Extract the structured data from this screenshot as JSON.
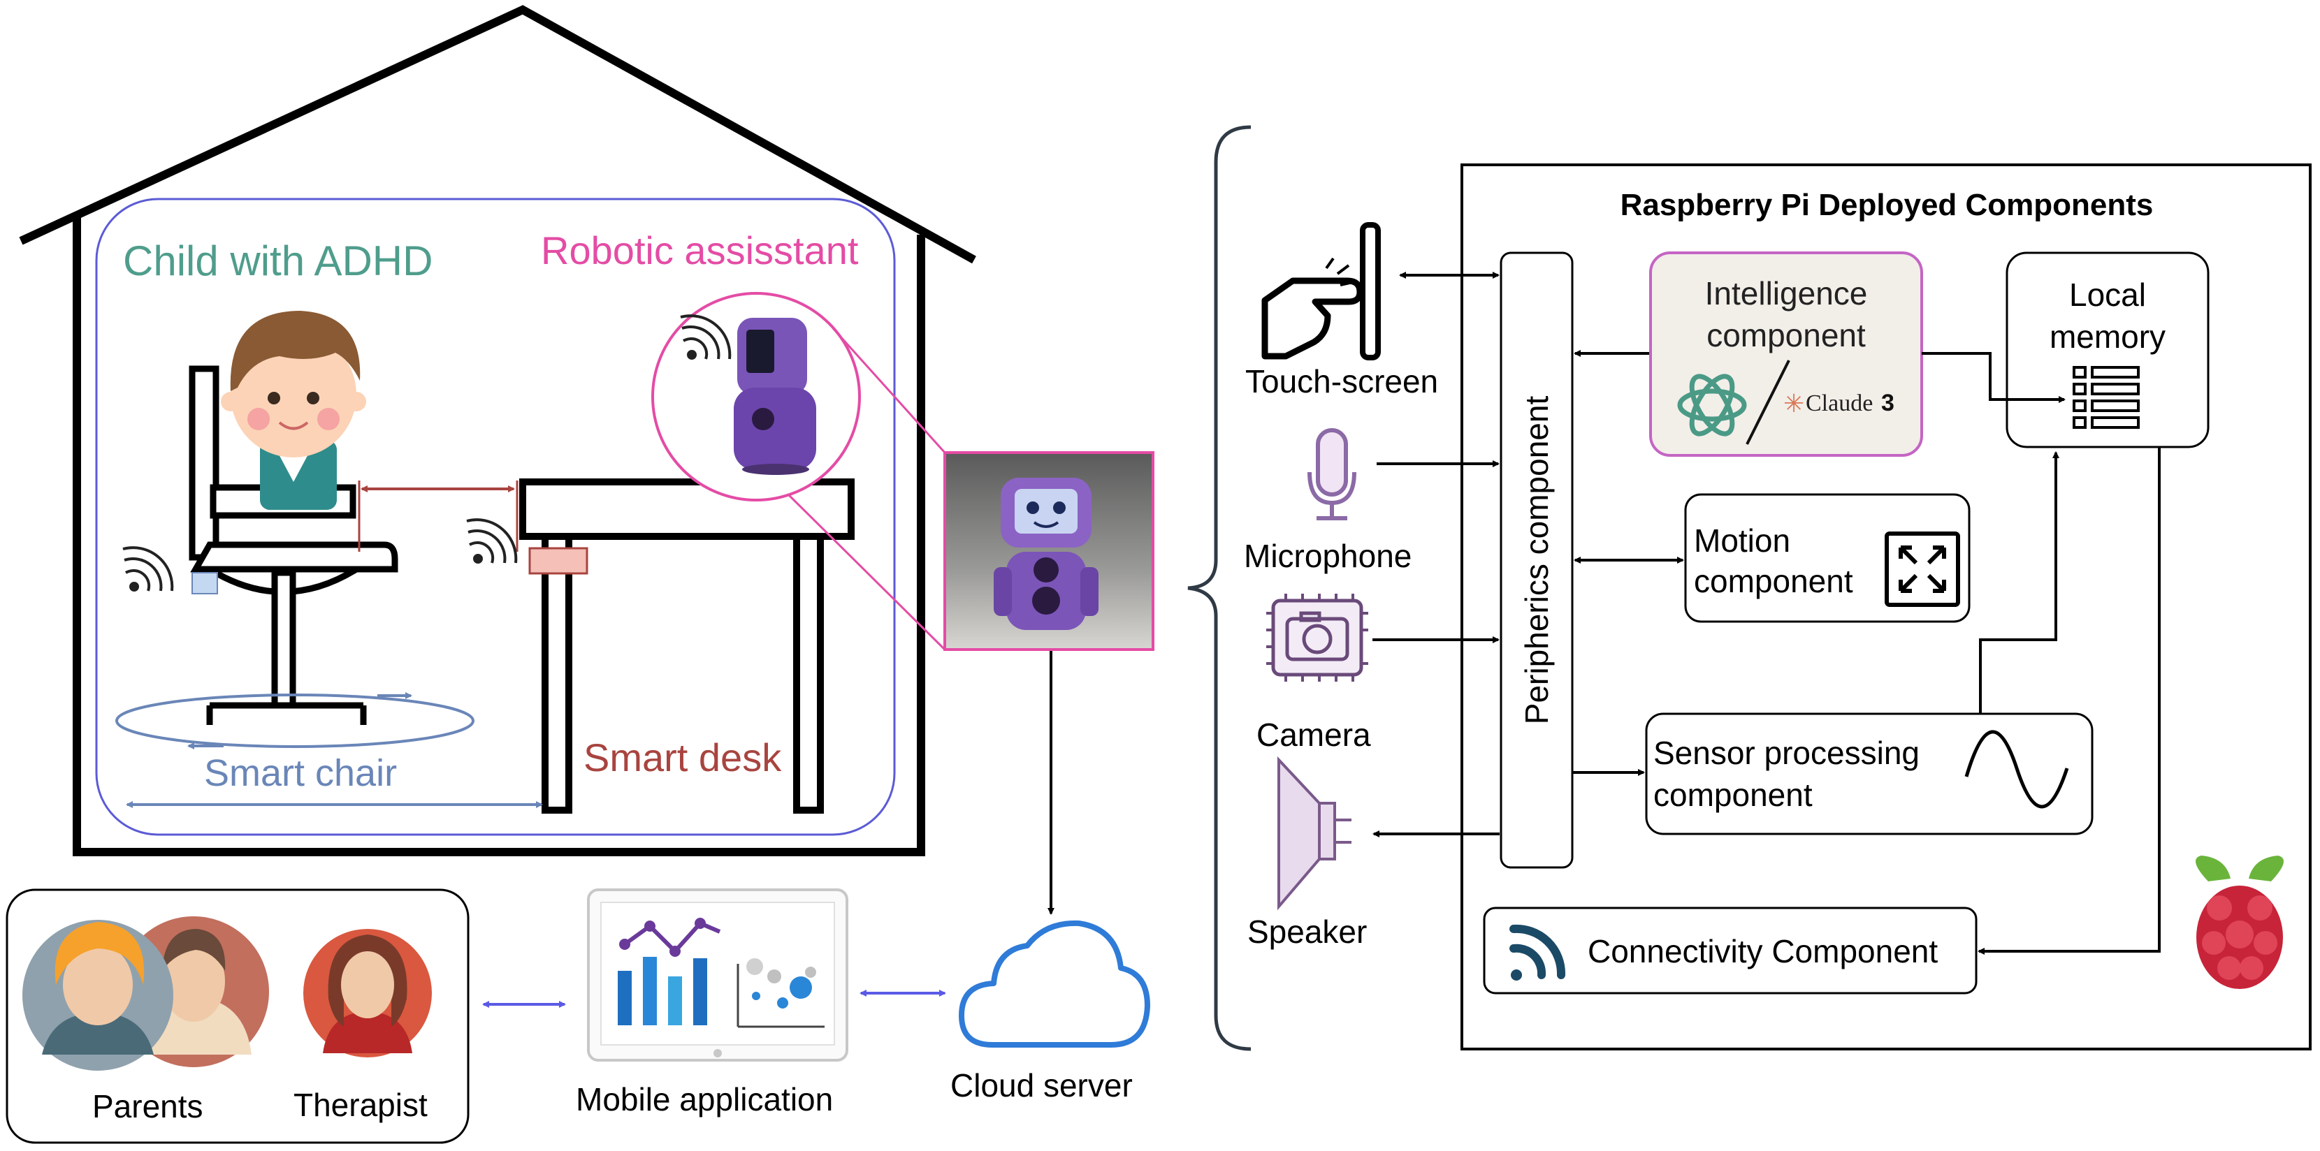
{
  "left_scene": {
    "child_label": "Child with ADHD",
    "robot_label": "Robotic assisstant",
    "chair_label": "Smart chair",
    "desk_label": "Smart desk"
  },
  "bottom": {
    "parents_label": "Parents",
    "therapist_label": "Therapist",
    "mobile_label": "Mobile application",
    "cloud_label": "Cloud server"
  },
  "peripherals": {
    "touch": "Touch-screen",
    "mic": "Microphone",
    "camera": "Camera",
    "speaker": "Speaker"
  },
  "pi": {
    "title": "Raspberry Pi Deployed Components",
    "periph": "Peripherics component",
    "intel_line1": "Intelligence",
    "intel_line2": "component",
    "claude": "Claude",
    "claude_num": "3",
    "memory_line1": "Local",
    "memory_line2": "memory",
    "motion_line1": "Motion",
    "motion_line2": "component",
    "sensor_line1": "Sensor processing",
    "sensor_line2": "component",
    "conn": "Connectivity Component"
  },
  "colors": {
    "child": "#4f9d8c",
    "robot": "#e44ca5",
    "chair": "#6a86b8",
    "desk": "#a8443f",
    "purple": "#7a55b8",
    "cloud": "#2f7bd8",
    "arrow_blue": "#5a5ae6"
  }
}
